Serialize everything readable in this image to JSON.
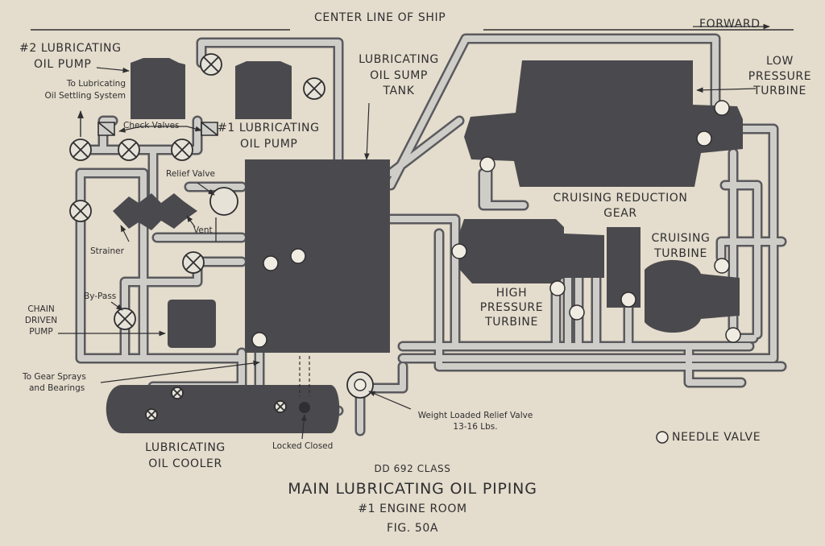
{
  "header": {
    "center_line": "CENTER LINE OF SHIP",
    "forward": "FORWARD"
  },
  "labels": {
    "pump2": [
      "#2 LUBRICATING",
      "OIL PUMP"
    ],
    "settling": [
      "To Lubricating",
      "Oil Settling System"
    ],
    "check_valves": "Check Valves",
    "pump1": [
      "#1 LUBRICATING",
      "OIL PUMP"
    ],
    "sump": [
      "LUBRICATING",
      "OIL SUMP",
      "TANK"
    ],
    "lp_turbine": [
      "LOW",
      "PRESSURE",
      "TURBINE"
    ],
    "relief_valve": "Relief Valve",
    "vent": "Vent",
    "strainer": "Strainer",
    "bypass": "By-Pass",
    "chain_pump": [
      "CHAIN",
      "DRIVEN",
      "PUMP"
    ],
    "gear_sprays": [
      "To Gear Sprays",
      "and Bearings"
    ],
    "cooler": [
      "LUBRICATING",
      "OIL COOLER"
    ],
    "locked_closed": "Locked Closed",
    "weight_relief": [
      "Weight Loaded Relief Valve",
      "13-16 Lbs."
    ],
    "reduction_gear": [
      "CRUISING REDUCTION",
      "GEAR"
    ],
    "cruising_turbine": [
      "CRUISING",
      "TURBINE"
    ],
    "hp_turbine": [
      "HIGH",
      "PRESSURE",
      "TURBINE"
    ],
    "needle_valve": "NEEDLE VALVE"
  },
  "footer": {
    "class_line": "DD 692 CLASS",
    "title": "MAIN LUBRICATING OIL PIPING",
    "subtitle": "#1 ENGINE ROOM",
    "figure": "FIG. 50A"
  },
  "colors": {
    "background": "#e4dccc",
    "machinery": "#4a4a4e",
    "pipe": "#c9c7c2",
    "ink": "#2f2f31"
  }
}
